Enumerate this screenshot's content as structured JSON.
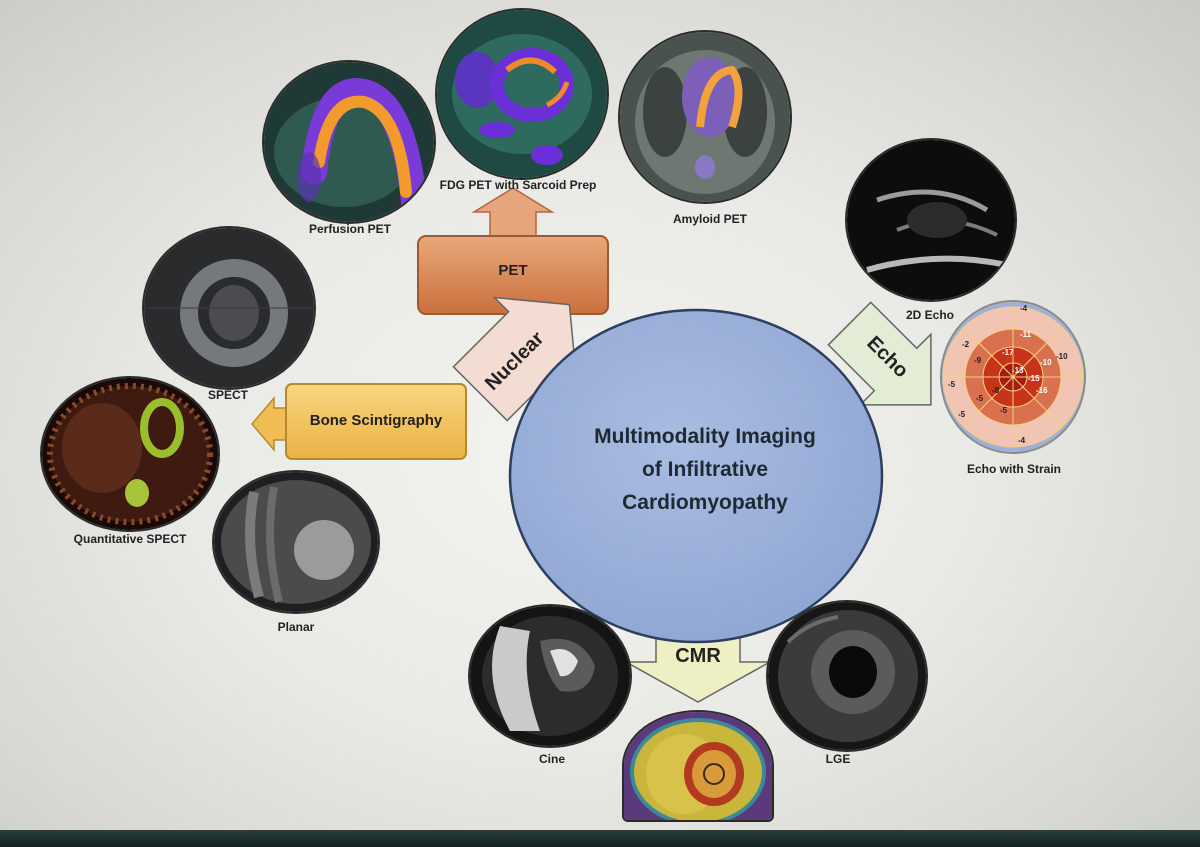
{
  "diagram": {
    "center": {
      "title_lines": [
        "Multimodality Imaging",
        "of Infiltrative",
        "Cardiomyopathy"
      ]
    },
    "branches": {
      "nuclear": "Nuclear",
      "pet": "PET",
      "bone": "Bone Scintigraphy",
      "echo": "Echo",
      "cmr": "CMR"
    },
    "images": {
      "perfusion_pet": "Perfusion PET",
      "fdg_pet": "FDG PET with Sarcoid Prep",
      "amyloid_pet": "Amyloid PET",
      "spect": "SPECT",
      "quant_spect": "Quantitative SPECT",
      "planar": "Planar",
      "echo_2d": "2D Echo",
      "echo_strain": "Echo with Strain",
      "cine": "Cine",
      "lge": "LGE"
    },
    "strain_values": [
      "-4",
      "-11",
      "-10",
      "-2",
      "-9",
      "-17",
      "-10",
      "-5",
      "-13",
      "-15",
      "-16",
      "-5",
      "-8",
      "-5",
      "-5",
      "-4"
    ]
  },
  "colors": {
    "center_fill": "#9fb3d9",
    "pet_box": "#d98a5a",
    "bone_box": "#f2c25a",
    "nuclear_arrow": "#f3dcd2",
    "echo_arrow": "#e3ecd4",
    "cmr_arrow": "#eef0c4"
  }
}
